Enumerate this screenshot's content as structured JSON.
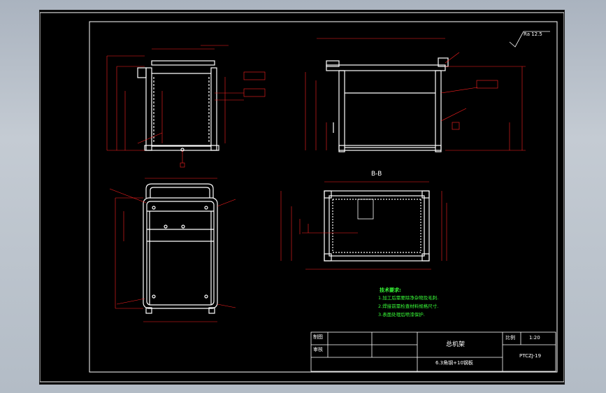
{
  "drawing": {
    "roughness_symbol": "Ra 12.5",
    "section_label": "B-B",
    "colors": {
      "outline": "#ffffff",
      "dimension": "#ff2020",
      "notes": "#39ff39",
      "background": "#000000"
    }
  },
  "technical_requirements": {
    "heading": "技术要求:",
    "items": [
      "1.加工后需要除净杂物及毛刺.",
      "2.焊接前需检查材料规格尺寸.",
      "3.表面处理后喷漆保护."
    ]
  },
  "title_block": {
    "drawn_label": "制图",
    "check_label": "审核",
    "part_name": "总机架",
    "scale_label": "比例",
    "scale_value": "1:20",
    "material": "6.3角钢+10钢板",
    "drawing_number": "PTCZJ-19"
  }
}
